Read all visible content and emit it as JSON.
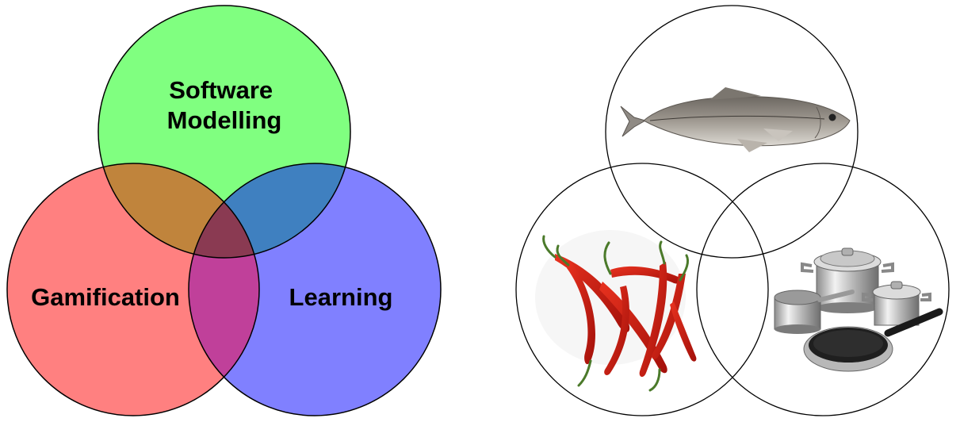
{
  "left_venn": {
    "circles": [
      {
        "label_lines": [
          "Software",
          "Modelling"
        ],
        "color": "#80ff80"
      },
      {
        "label_lines": [
          "Gamification"
        ],
        "color": "#ff8080"
      },
      {
        "label_lines": [
          "Learning"
        ],
        "color": "#8080ff"
      }
    ],
    "overlap_colors": {
      "software_gamification": "#c0843c",
      "software_learning": "#3f80c0",
      "gamification_learning": "#c0409a",
      "center": "#8a3a52"
    }
  },
  "right_venn": {
    "circles": [
      {
        "image": "fish"
      },
      {
        "image": "chili-peppers"
      },
      {
        "image": "cooking-pots"
      }
    ]
  }
}
